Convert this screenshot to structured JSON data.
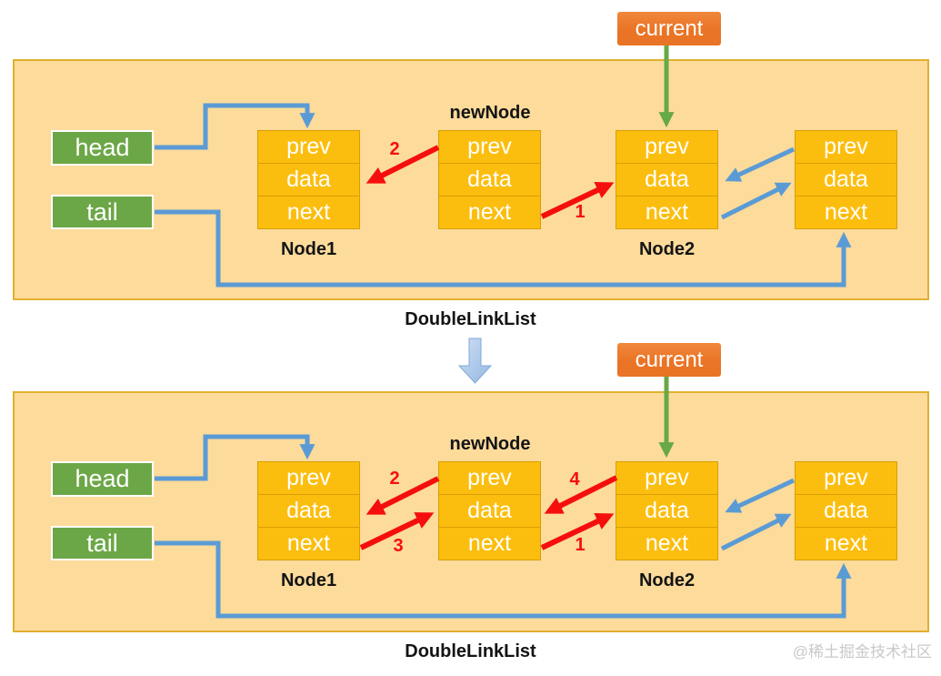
{
  "colors": {
    "panel_bg": "#FCDB9B",
    "panel_border": "#E0B02F",
    "cell_fill": "#FCBE0E",
    "cell_border": "#D99E05",
    "pointer_green": "#6CA747",
    "current_orange": "#EA7425",
    "arrow_blue": "#5B9BD5",
    "arrow_green": "#67A847",
    "arrow_red": "#F50F0C",
    "caption_black": "#141414",
    "watermark_gray": "#C9C9C9"
  },
  "watermark": "@稀土掘金技术社区",
  "panels": [
    {
      "caption": "DoubleLinkList",
      "current_label": "current",
      "head_label": "head",
      "tail_label": "tail",
      "newnode_title": "newNode",
      "node1_title": "Node1",
      "node2_title": "Node2",
      "cells": [
        "prev",
        "data",
        "next"
      ],
      "steps": {
        "s1": "1",
        "s2": "2"
      }
    },
    {
      "caption": "DoubleLinkList",
      "current_label": "current",
      "head_label": "head",
      "tail_label": "tail",
      "newnode_title": "newNode",
      "node1_title": "Node1",
      "node2_title": "Node2",
      "cells": [
        "prev",
        "data",
        "next"
      ],
      "steps": {
        "s1": "1",
        "s2": "2",
        "s3": "3",
        "s4": "4"
      }
    }
  ]
}
